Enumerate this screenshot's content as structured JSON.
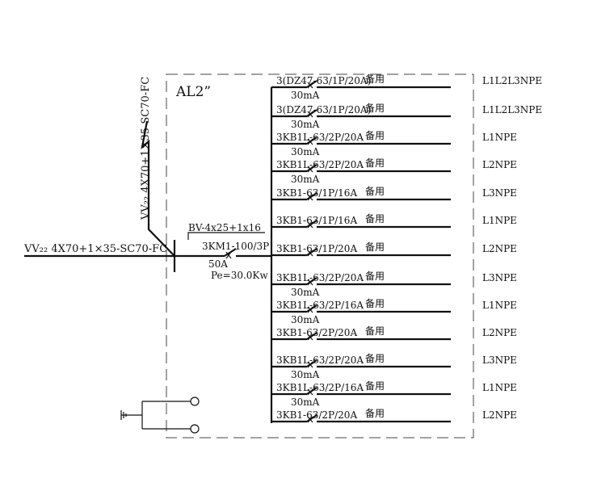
{
  "panel": {
    "name": "AL2”"
  },
  "feeder": {
    "cable_horizontal": "VV₂₂ 4X70+1×35-SC70-FC",
    "cable_vertical": "VV₂₂ 4X70+1×35-SC70-FC"
  },
  "main_breaker": {
    "bus_wire": "BV-4x25+1x16",
    "model": "3KM1-100/3P",
    "current": "50A",
    "power": "Pe=30.0Kw"
  },
  "circuits": [
    {
      "breaker": "3(DZ47-63/1P/20A)",
      "use": "备用",
      "rcd": "30mA",
      "phase": "L1L2L3NPE"
    },
    {
      "breaker": "3(DZ47-63/1P/20A)",
      "use": "备用",
      "rcd": "30mA",
      "phase": "L1L2L3NPE"
    },
    {
      "breaker": "3KB1L-63/2P/20A",
      "use": "备用",
      "rcd": "30mA",
      "phase": "L1NPE"
    },
    {
      "breaker": "3KB1L-63/2P/20A",
      "use": "备用",
      "rcd": "30mA",
      "phase": "L2NPE"
    },
    {
      "breaker": "3KB1-63/1P/16A",
      "use": "备用",
      "rcd": "",
      "phase": "L3NPE"
    },
    {
      "breaker": "3KB1-63/1P/16A",
      "use": "备用",
      "rcd": "",
      "phase": "L1NPE"
    },
    {
      "breaker": "3KB1-63/1P/20A",
      "use": "备用",
      "rcd": "",
      "phase": "L2NPE"
    },
    {
      "breaker": "3KB1L-63/2P/20A",
      "use": "备用",
      "rcd": "30mA",
      "phase": "L3NPE"
    },
    {
      "breaker": "3KB1L-63/2P/16A",
      "use": "备用",
      "rcd": "30mA",
      "phase": "L1NPE"
    },
    {
      "breaker": "3KB1-63/2P/20A",
      "use": "备用",
      "rcd": "",
      "phase": "L2NPE"
    },
    {
      "breaker": "3KB1L-63/2P/20A",
      "use": "备用",
      "rcd": "30mA",
      "phase": "L3NPE"
    },
    {
      "breaker": "3KB1L-63/2P/16A",
      "use": "备用",
      "rcd": "30mA",
      "phase": "L1NPE"
    },
    {
      "breaker": "3KB1-63/2P/20A",
      "use": "备用",
      "rcd": "",
      "phase": "L2NPE"
    }
  ]
}
